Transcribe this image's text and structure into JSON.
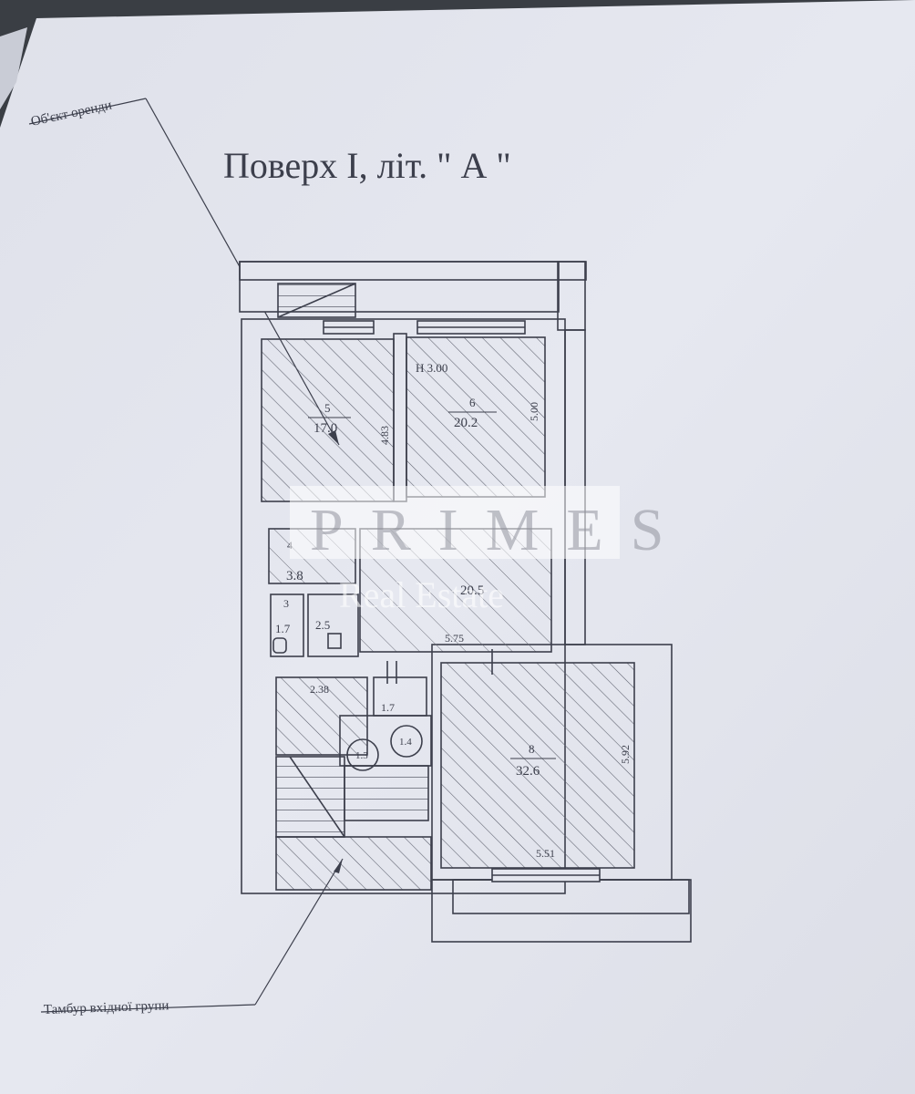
{
  "plan": {
    "title": "Поверх І, літ. \"   А \"",
    "annotation_rental": "Об'єкт оренди",
    "annotation_entrance": "Тамбур вхідної групи",
    "ceiling_height": "Н 3.00"
  },
  "rooms": [
    {
      "number": "5",
      "area": "17.0"
    },
    {
      "number": "6",
      "area": "20.2"
    },
    {
      "number": "4",
      "area": "3.8"
    },
    {
      "number": "",
      "area": "20.5"
    },
    {
      "number": "3",
      "area": "1.7"
    },
    {
      "number": "",
      "area": "2.5"
    },
    {
      "number": "8",
      "area": "32.6"
    }
  ],
  "dimensions": {
    "room5_height": "4.83",
    "room6_height": "5.00",
    "corridor_width": "5.75",
    "stair_width": "2.38",
    "room8_height": "5.92",
    "room8_width": "5.51",
    "small_1": "1.7",
    "circle_a": "1.3",
    "circle_b": "1.4"
  },
  "watermark": {
    "brand": "PRIMES",
    "tagline": "Real Estate"
  },
  "colors": {
    "paper": "#e4e6ee",
    "ink": "#3c3f4c",
    "shadow": "#3a3e44"
  }
}
